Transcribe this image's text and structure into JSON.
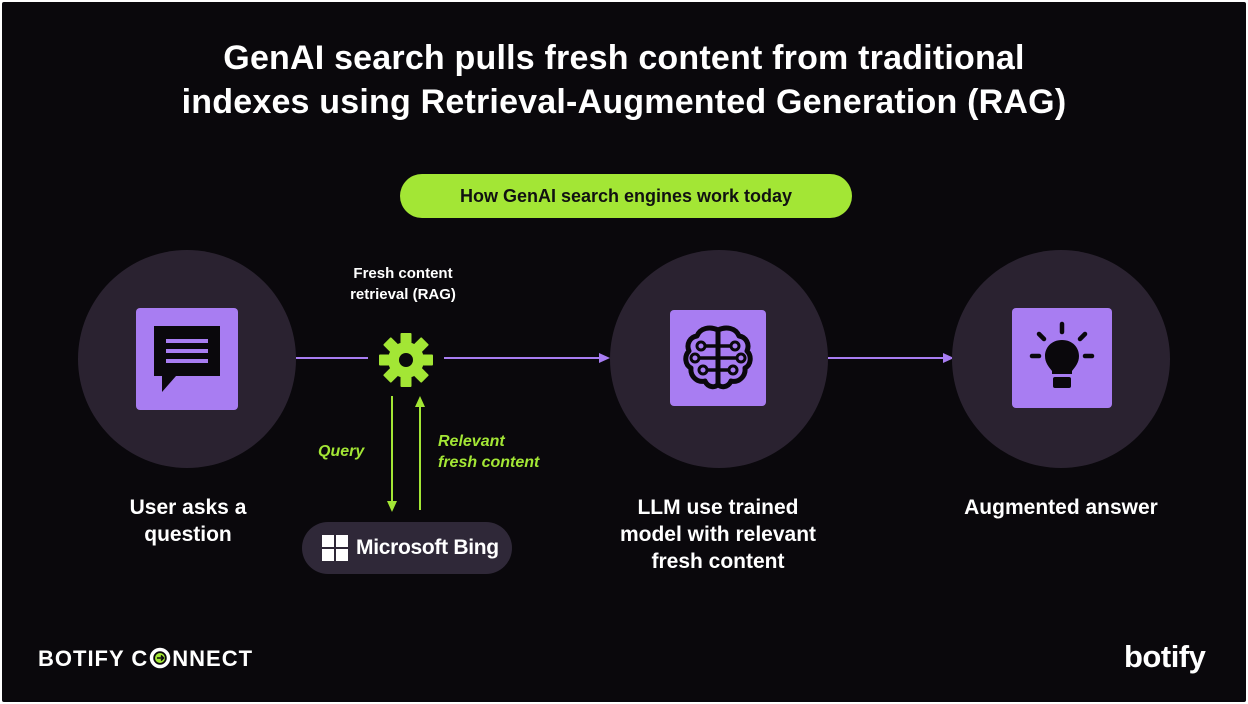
{
  "title": {
    "line1": "GenAI search pulls fresh content from traditional",
    "line2": "indexes using Retrieval-Augmented Generation (RAG)"
  },
  "pill_label": "How GenAI search engines work today",
  "nodes": {
    "user": {
      "label_line1": "User asks a",
      "label_line2": "question",
      "icon": "chat-bubble-icon"
    },
    "rag": {
      "label_line1": "Fresh content",
      "label_line2": "retrieval (RAG)",
      "icon": "gear-icon"
    },
    "llm": {
      "label_line1": "LLM use trained",
      "label_line2": "model with relevant",
      "label_line3": "fresh content",
      "icon": "brain-circuit-icon"
    },
    "answer": {
      "label_line1": "Augmented answer",
      "icon": "lightbulb-icon"
    }
  },
  "edges": {
    "query": "Query",
    "relevant_line1": "Relevant",
    "relevant_line2": "fresh content"
  },
  "bing": {
    "label": "Microsoft Bing",
    "icon": "windows-logo-icon"
  },
  "branding": {
    "left_part1": "BOTIFY C",
    "left_part2": "NNECT",
    "right": "botify"
  },
  "colors": {
    "background": "#0a080c",
    "accent_green": "#a3e635",
    "accent_purple": "#a87df2",
    "circle": "#2a2230"
  }
}
